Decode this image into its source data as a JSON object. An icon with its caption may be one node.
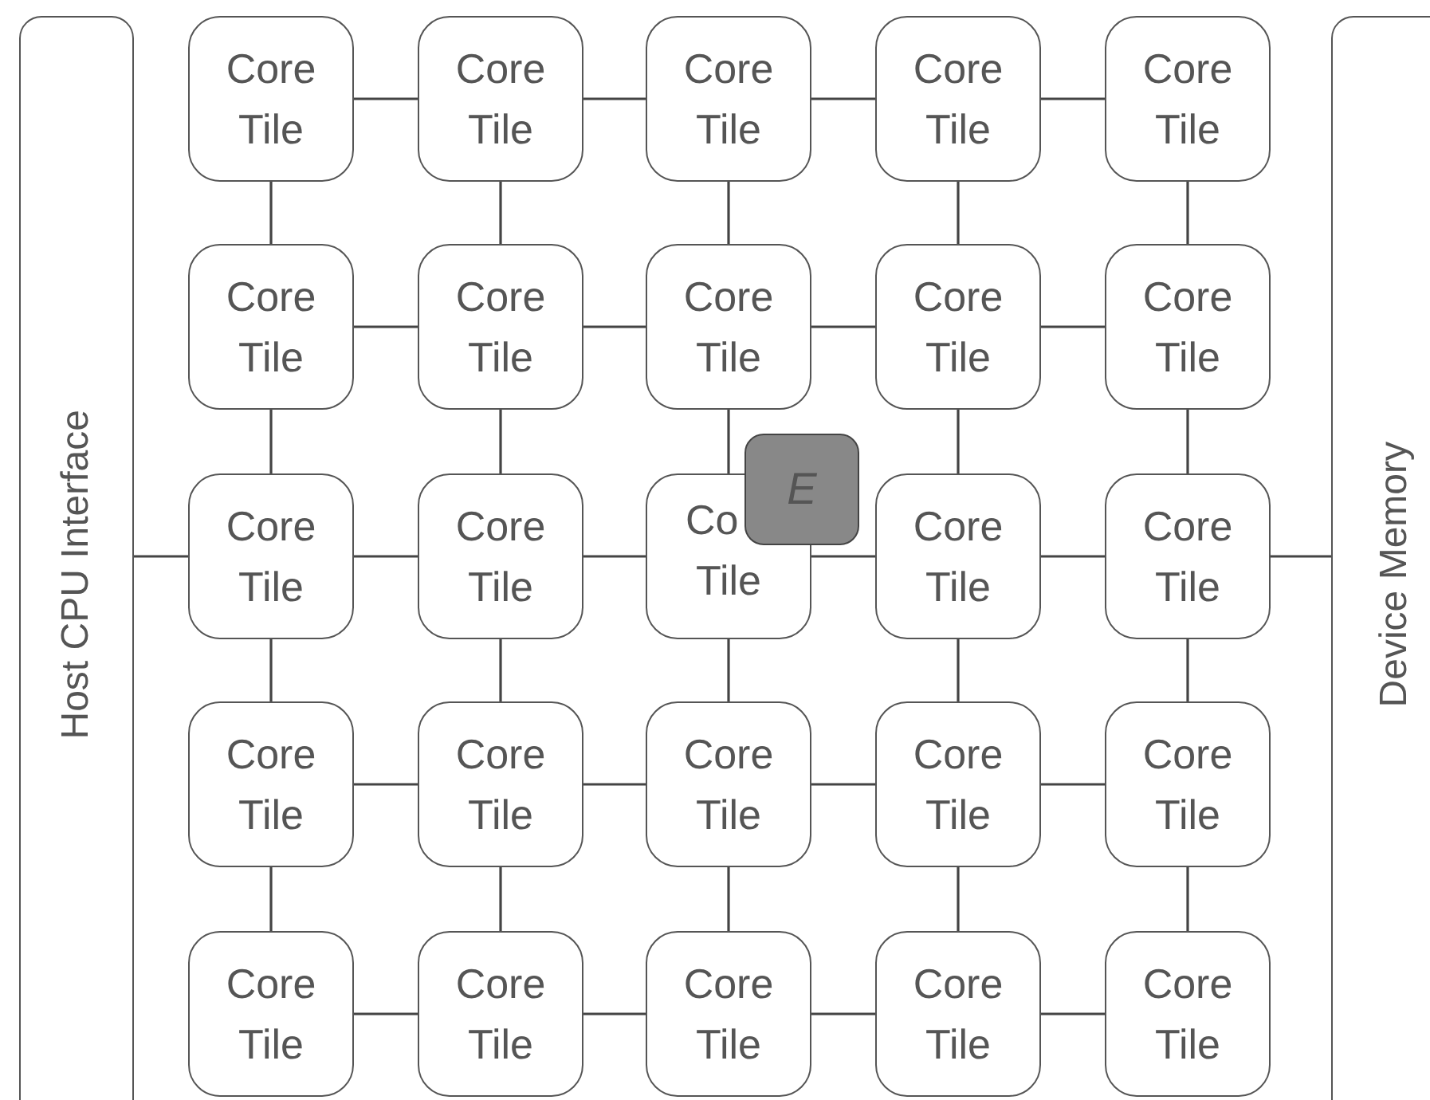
{
  "diagram": {
    "nodes": [
      {
        "text": [
          "Host CPU Interface"
        ]
      },
      {
        "text": [
          "Core Tile"
        ]
      },
      {
        "text": [
          "Core Tile"
        ]
      },
      {
        "text": [
          "Core Tile"
        ]
      },
      {
        "text": [
          "Core Tile"
        ]
      },
      {
        "text": [
          "Core Tile"
        ]
      },
      {
        "text": [
          "Core Tile"
        ]
      },
      {
        "text": [
          "Core Tile"
        ]
      },
      {
        "text": [
          "Core Tile"
        ]
      },
      {
        "text": [
          "Core Tile"
        ]
      },
      {
        "text": [
          "Core Tile"
        ]
      },
      {
        "text": [
          "Core Tile"
        ]
      },
      {
        "text": [
          "Core Tile"
        ]
      },
      {
        "text": [
          "Co Tile"
        ]
      },
      {
        "text": [
          "Core Tile"
        ]
      },
      {
        "text": [
          "Core Tile"
        ]
      },
      {
        "text": [
          "Core Tile"
        ]
      },
      {
        "text": [
          "Core Tile"
        ]
      },
      {
        "text": [
          "Core Tile"
        ]
      },
      {
        "text": [
          "Core Tile"
        ]
      },
      {
        "text": [
          "Core Tile"
        ]
      },
      {
        "text": [
          "Core Tile"
        ]
      },
      {
        "text": [
          "Core Tile"
        ]
      },
      {
        "text": [
          "Core Tile"
        ]
      },
      {
        "text": [
          "Core Tile"
        ]
      },
      {
        "text": [
          "Core Tile"
        ]
      },
      {
        "text": [
          "Device Memory"
        ]
      },
      {
        "text": [
          "E"
        ]
      }
    ],
    "edges": [
      {
        "from": 0,
        "to": 11,
        "arrow": "none"
      },
      {
        "from": 1,
        "to": 2,
        "arrow": "none"
      },
      {
        "from": 2,
        "to": 3,
        "arrow": "none"
      },
      {
        "from": 3,
        "to": 4,
        "arrow": "none"
      },
      {
        "from": 4,
        "to": 5,
        "arrow": "none"
      },
      {
        "from": 1,
        "to": 6,
        "arrow": "none"
      },
      {
        "from": 2,
        "to": 7,
        "arrow": "none"
      },
      {
        "from": 3,
        "to": 8,
        "arrow": "none"
      },
      {
        "from": 4,
        "to": 9,
        "arrow": "none"
      },
      {
        "from": 5,
        "to": 10,
        "arrow": "none"
      },
      {
        "from": 6,
        "to": 7,
        "arrow": "none"
      },
      {
        "from": 7,
        "to": 8,
        "arrow": "none"
      },
      {
        "from": 8,
        "to": 9,
        "arrow": "none"
      },
      {
        "from": 9,
        "to": 10,
        "arrow": "none"
      },
      {
        "from": 6,
        "to": 11,
        "arrow": "none"
      },
      {
        "from": 7,
        "to": 12,
        "arrow": "none"
      },
      {
        "from": 8,
        "to": 13,
        "arrow": "none"
      },
      {
        "from": 9,
        "to": 14,
        "arrow": "none"
      },
      {
        "from": 10,
        "to": 15,
        "arrow": "none"
      },
      {
        "from": 11,
        "to": 12,
        "arrow": "none"
      },
      {
        "from": 12,
        "to": 13,
        "arrow": "none"
      },
      {
        "from": 13,
        "to": 14,
        "arrow": "none"
      },
      {
        "from": 14,
        "to": 15,
        "arrow": "none"
      },
      {
        "from": 11,
        "to": 16,
        "arrow": "none"
      },
      {
        "from": 12,
        "to": 17,
        "arrow": "none"
      },
      {
        "from": 13,
        "to": 18,
        "arrow": "none"
      },
      {
        "from": 14,
        "to": 19,
        "arrow": "none"
      },
      {
        "from": 15,
        "to": 20,
        "arrow": "none"
      },
      {
        "from": 16,
        "to": 17,
        "arrow": "none"
      },
      {
        "from": 17,
        "to": 18,
        "arrow": "none"
      },
      {
        "from": 18,
        "to": 19,
        "arrow": "none"
      },
      {
        "from": 19,
        "to": 20,
        "arrow": "none"
      },
      {
        "from": 16,
        "to": 21,
        "arrow": "none"
      },
      {
        "from": 17,
        "to": 22,
        "arrow": "none"
      },
      {
        "from": 18,
        "to": 23,
        "arrow": "none"
      },
      {
        "from": 19,
        "to": 24,
        "arrow": "none"
      },
      {
        "from": 20,
        "to": 25,
        "arrow": "none"
      },
      {
        "from": 21,
        "to": 22,
        "arrow": "none"
      },
      {
        "from": 22,
        "to": 23,
        "arrow": "none"
      },
      {
        "from": 23,
        "to": 24,
        "arrow": "none"
      },
      {
        "from": 24,
        "to": 25,
        "arrow": "none"
      },
      {
        "from": 15,
        "to": 26,
        "arrow": "none"
      }
    ]
  }
}
